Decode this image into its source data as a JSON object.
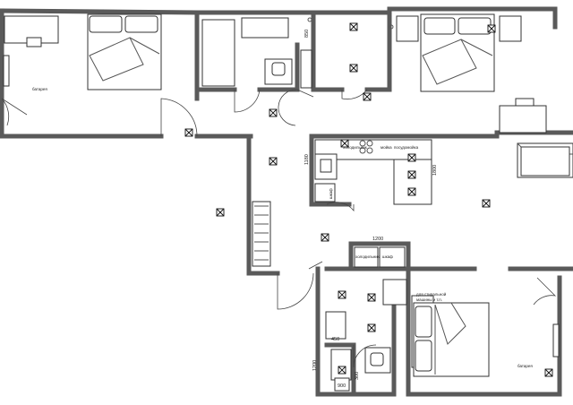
{
  "labels": {
    "radiator_left": "батарея",
    "radiator_right": "батарея",
    "fridge": "холодильник",
    "sink": "мойка",
    "dishwasher": "посудомойка",
    "cabinet": "шкаф",
    "pantry_fridge": "холодильник",
    "wardrobe": "шкаф",
    "shelf_note_line1": "для стиральной",
    "shelf_note_line2": "машины и т.п."
  },
  "dimensions": {
    "bath_top_depth": "850",
    "kitchen_wall_len": "1180",
    "kitchen_counter_len": "1800",
    "pantry_width": "1200",
    "wc_depth": "450",
    "wc_height": "1200",
    "wc_width": "900",
    "wc_small": "300"
  }
}
